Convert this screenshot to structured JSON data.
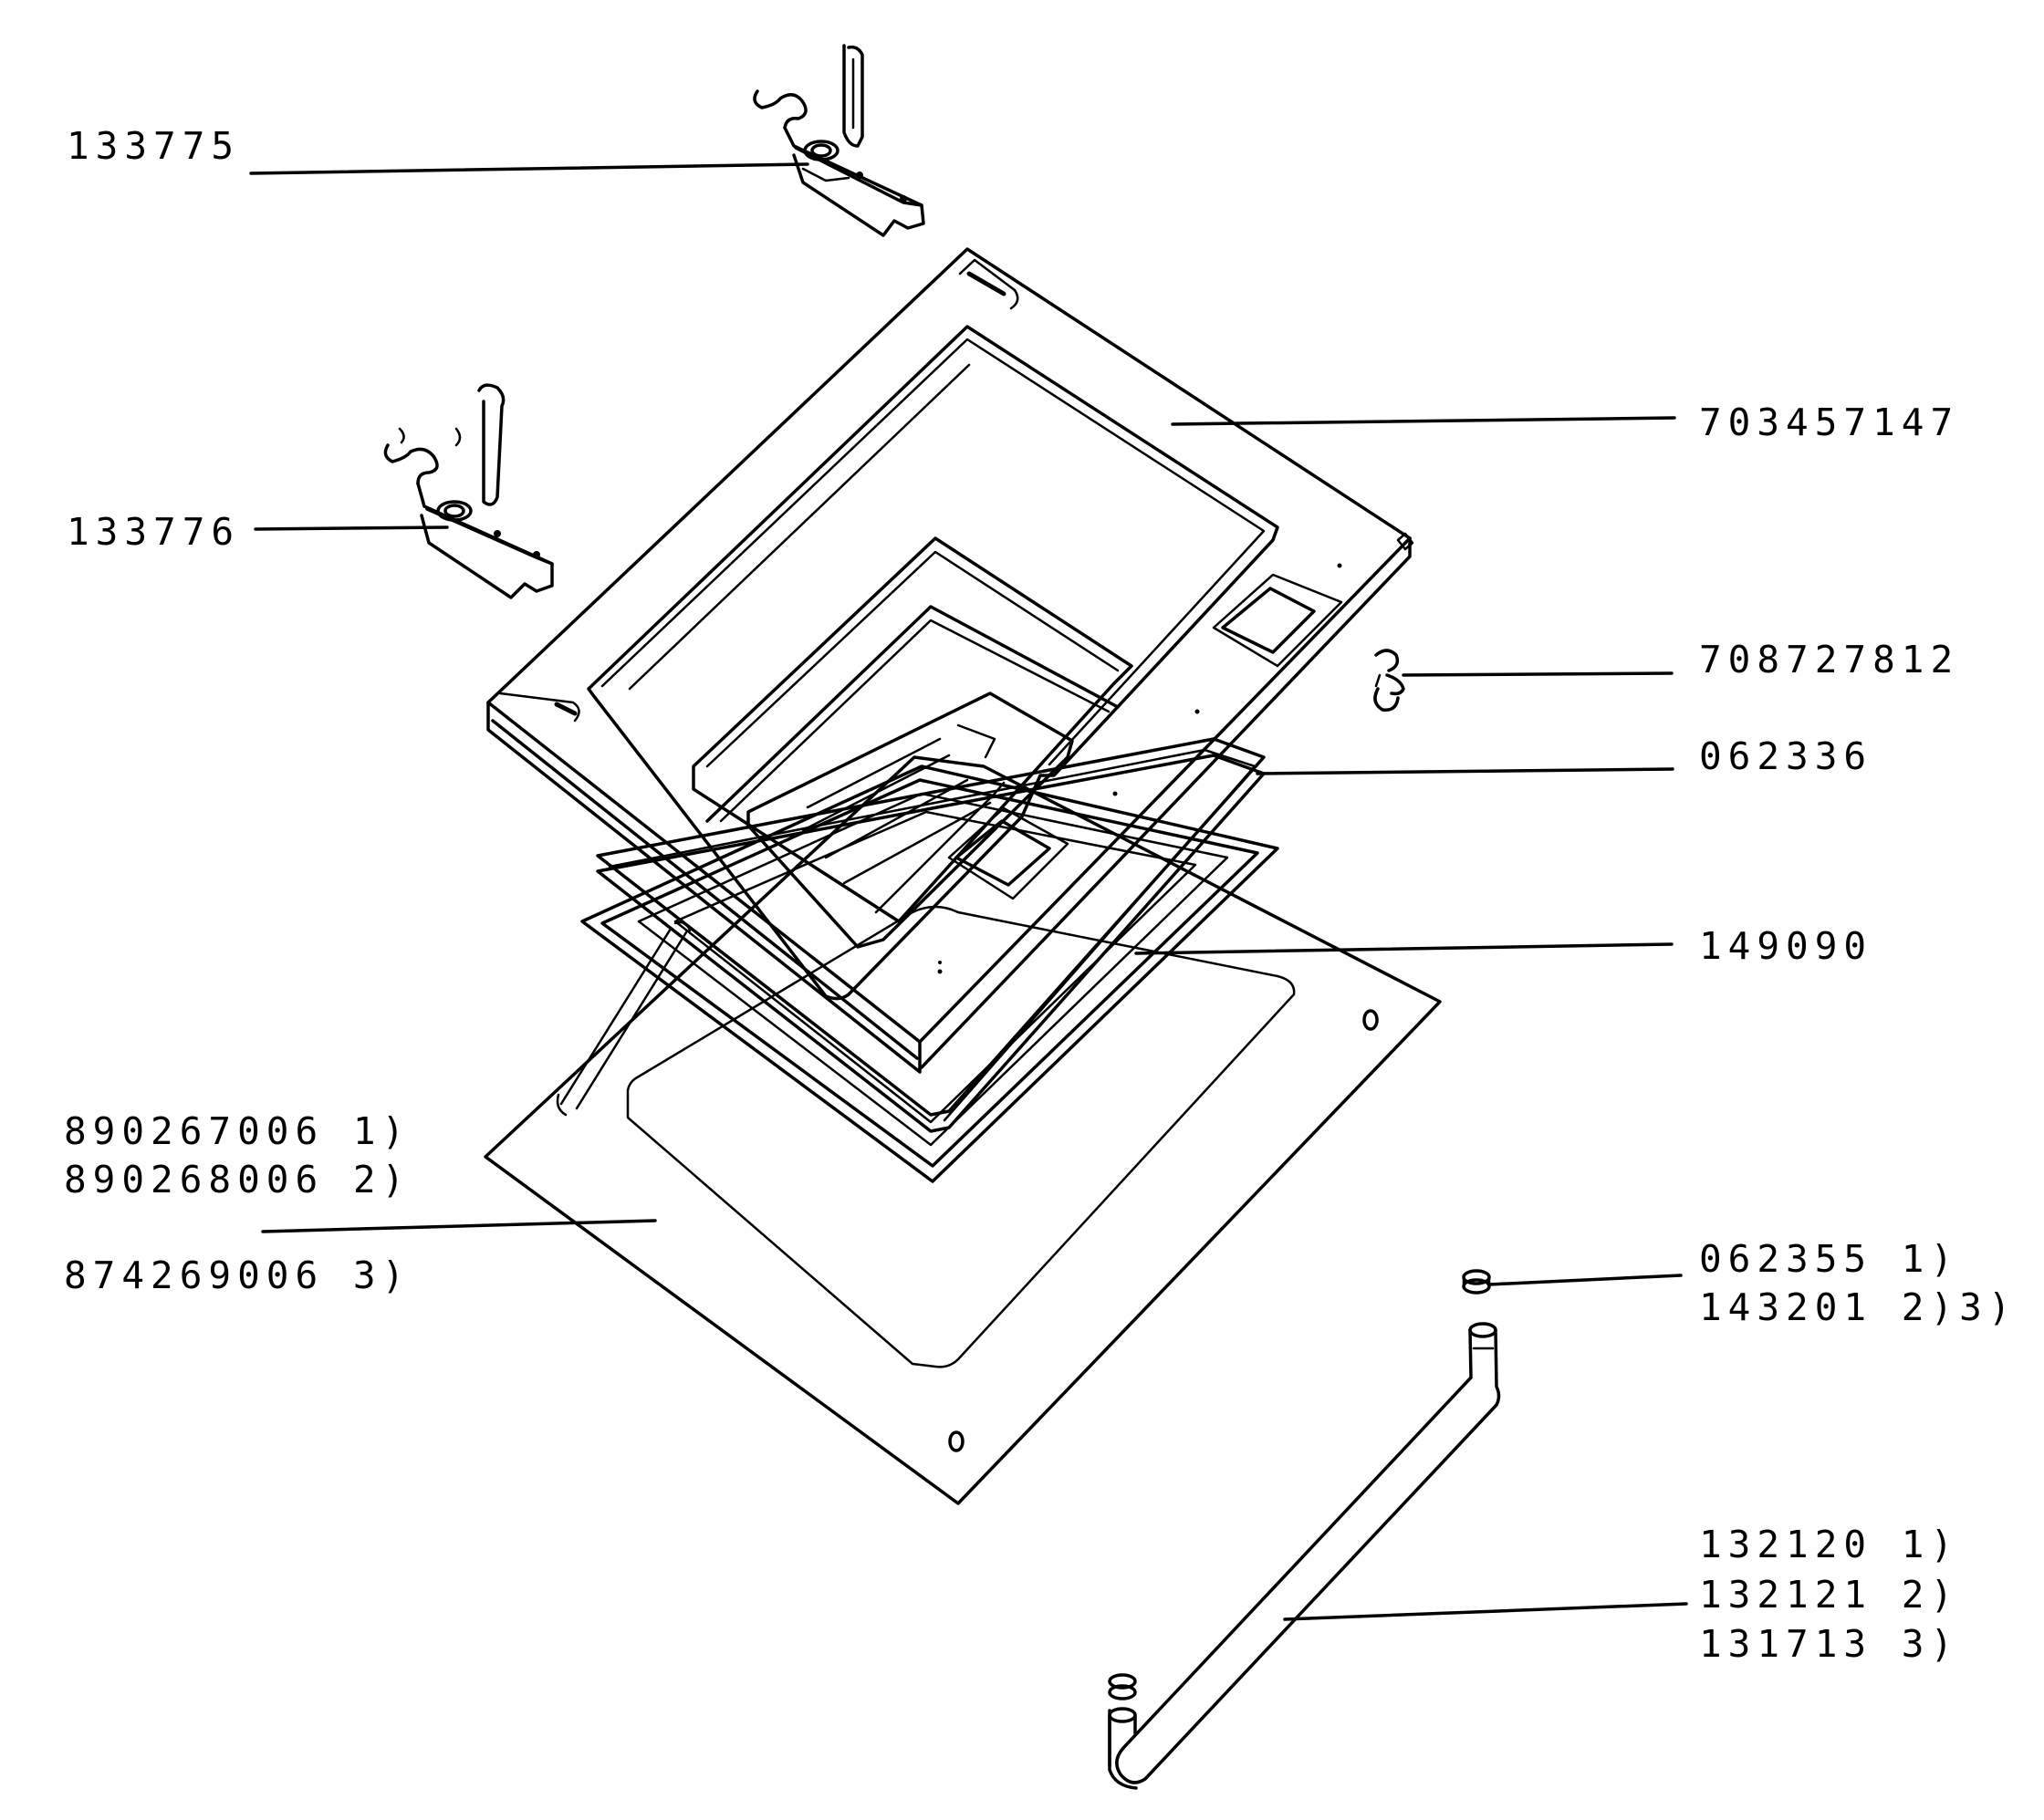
{
  "labels": {
    "p133775": "133775",
    "p133776": "133776",
    "p703457147": "703457147",
    "p708727812": "708727812",
    "p062336": "062336",
    "p149090": "149090",
    "glass_a": "890267006 1)",
    "glass_b": "890268006 2)",
    "glass_c": "874269006 3)",
    "grommet_a": "062355 1)",
    "grommet_b": "143201 2)3)",
    "tube_a": "132120 1)",
    "tube_b": "132121 2)",
    "tube_c": "131713 3)"
  }
}
